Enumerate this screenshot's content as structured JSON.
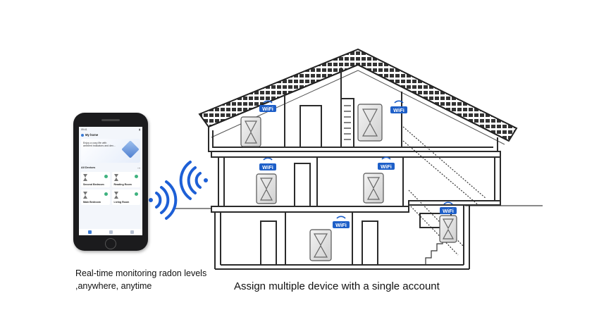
{
  "app": {
    "status_time": "09:41",
    "home_title": "My home",
    "banner_text": "Enjoy a cozy life with ambient indicators and dev...",
    "all_devices_label": "All Devices",
    "devices": [
      {
        "name": "Second Bedroom"
      },
      {
        "name": "Reading Room"
      },
      {
        "name": "Main Bedroom"
      },
      {
        "name": "Living Room"
      }
    ]
  },
  "badges": {
    "wifi_label": "WiFi"
  },
  "captions": {
    "monitoring": "Real-time monitoring radon levels ,anywhere, anytime",
    "assign": "Assign multiple device with a single account"
  },
  "colors": {
    "signal_blue": "#1d5fd6",
    "wifi_badge": "#1e5fc8",
    "house_line": "#2b2b2b",
    "monitor_body": "#e4e4e4"
  },
  "icons": {
    "signal": "wifi-signal-icon",
    "monitor": "radon-monitor-icon"
  }
}
